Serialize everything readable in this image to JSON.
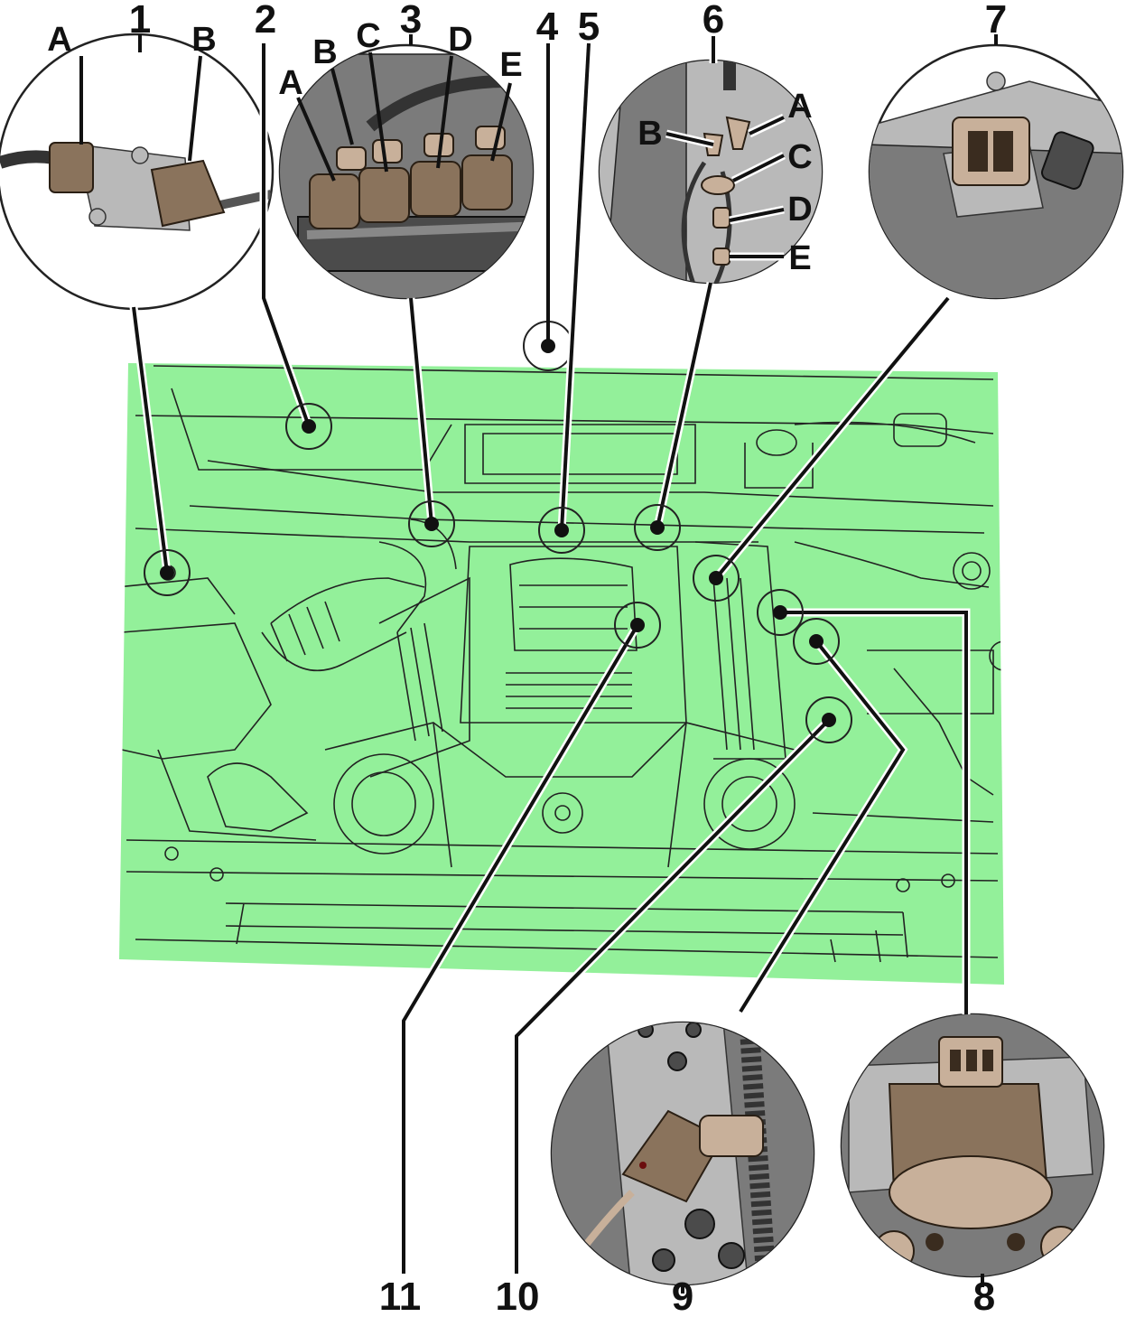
{
  "diagram": {
    "colors": {
      "engine_fill": "#93f09a",
      "connector_brown": "#8a735c",
      "background": "#ffffff"
    },
    "callouts": [
      "1",
      "2",
      "3",
      "4",
      "5",
      "6",
      "7",
      "8",
      "9",
      "10",
      "11"
    ],
    "inset1_letters": [
      "A",
      "B"
    ],
    "inset3_letters": [
      "A",
      "B",
      "C",
      "D",
      "E"
    ],
    "inset6_letters": [
      "A",
      "B",
      "C",
      "D",
      "E"
    ]
  }
}
